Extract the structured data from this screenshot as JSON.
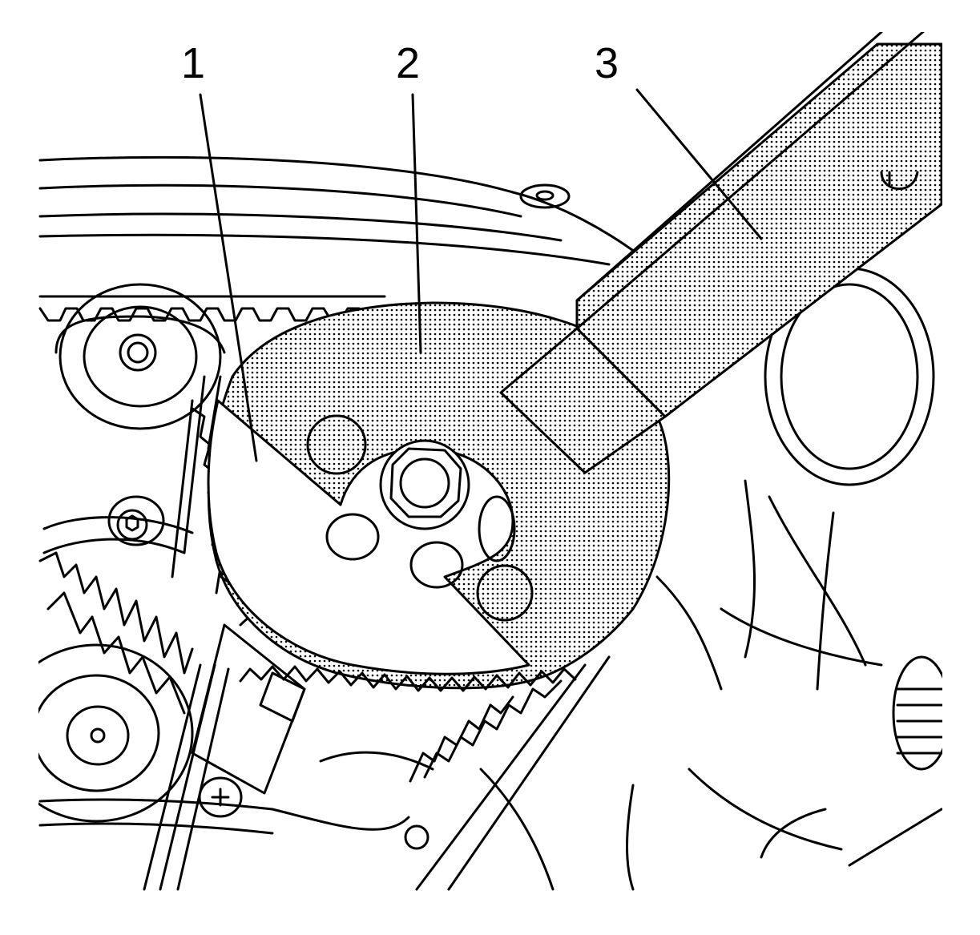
{
  "callouts": [
    {
      "label": "1",
      "target": "timing-gear-tool"
    },
    {
      "label": "2",
      "target": "camshaft-sprocket"
    },
    {
      "label": "3",
      "target": "holding-wrench"
    }
  ],
  "colors": {
    "line": "#000000",
    "background": "#ffffff",
    "stipple": "#000000"
  }
}
